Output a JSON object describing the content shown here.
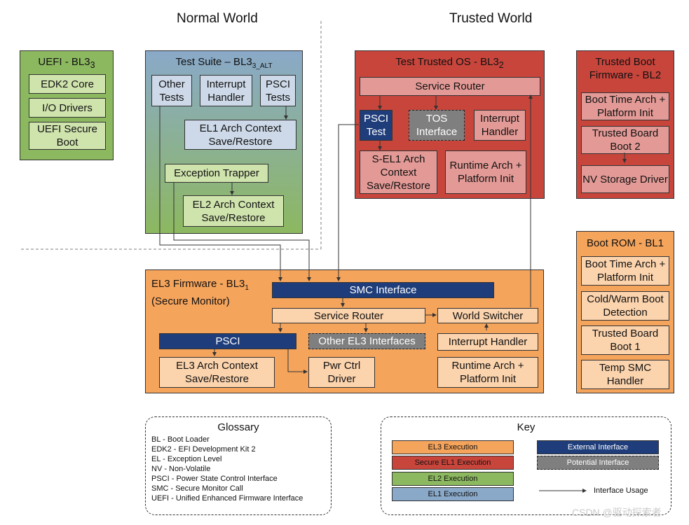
{
  "worlds": {
    "normal": "Normal World",
    "trusted": "Trusted World"
  },
  "colors": {
    "el3": "#f5a45c",
    "el3_light": "#fbd3ad",
    "sel1": "#c8453c",
    "sel1_light": "#e39a96",
    "el2": "#8cb860",
    "el2_light": "#cfe3ad",
    "el1": "#8aa9c9",
    "el1_light": "#cdd9e8",
    "external": "#1f3d7a",
    "potential": "#7f7f7f"
  },
  "uefi": {
    "title": "UEFI - BL3",
    "title_sub": "3",
    "items": [
      "EDK2 Core",
      "I/O Drivers",
      "UEFI Secure Boot"
    ]
  },
  "test_suite": {
    "title": "Test Suite – BL3",
    "title_sub": "3_ALT",
    "other_tests": "Other Tests",
    "interrupt_handler": "Interrupt Handler",
    "psci_tests": "PSCI Tests",
    "el1_context": "EL1 Arch Context Save/Restore",
    "exception_trapper": "Exception Trapper",
    "el2_context": "EL2 Arch Context Save/Restore"
  },
  "tos": {
    "title": "Test Trusted OS - BL3",
    "title_sub": "2",
    "service_router": "Service Router",
    "psci_test": "PSCI Test",
    "tos_interface": "TOS Interface",
    "interrupt_handler": "Interrupt Handler",
    "sel1_context": "S-EL1 Arch Context Save/Restore",
    "runtime_arch": "Runtime Arch + Platform Init"
  },
  "tbf": {
    "title": "Trusted Boot Firmware - BL2",
    "items": [
      "Boot Time Arch + Platform Init",
      "Trusted Board Boot 2",
      "NV Storage Driver"
    ]
  },
  "bootrom": {
    "title": "Boot ROM - BL1",
    "items": [
      "Boot Time Arch + Platform Init",
      "Cold/Warm Boot Detection",
      "Trusted Board Boot 1",
      "Temp SMC Handler"
    ]
  },
  "el3": {
    "title": "EL3 Firmware - BL3",
    "title_sub": "1",
    "title2": "(Secure Monitor)",
    "smc_interface": "SMC Interface",
    "service_router": "Service Router",
    "world_switcher": "World Switcher",
    "psci": "PSCI",
    "other_interfaces": "Other EL3 Interfaces",
    "interrupt_handler": "Interrupt Handler",
    "el3_context": "EL3 Arch Context Save/Restore",
    "pwr_ctrl": "Pwr Ctrl Driver",
    "runtime_arch": "Runtime Arch + Platform Init"
  },
  "glossary": {
    "title": "Glossary",
    "entries": [
      "BL - Boot Loader",
      "EDK2 - EFI Development Kit 2",
      "EL - Exception Level",
      "NV - Non-Volatile",
      "PSCI - Power State Control Interface",
      "SMC - Secure Monitor Call",
      "UEFI - Unified Enhanced Firmware Interface"
    ]
  },
  "key": {
    "title": "Key",
    "el3": "EL3 Execution",
    "sel1": "Secure EL1 Execution",
    "el2": "EL2 Execution",
    "el1": "EL1 Execution",
    "external": "External Interface",
    "potential": "Potential Interface",
    "usage": "Interface Usage"
  },
  "watermark": "CSDN @驱动探索者"
}
